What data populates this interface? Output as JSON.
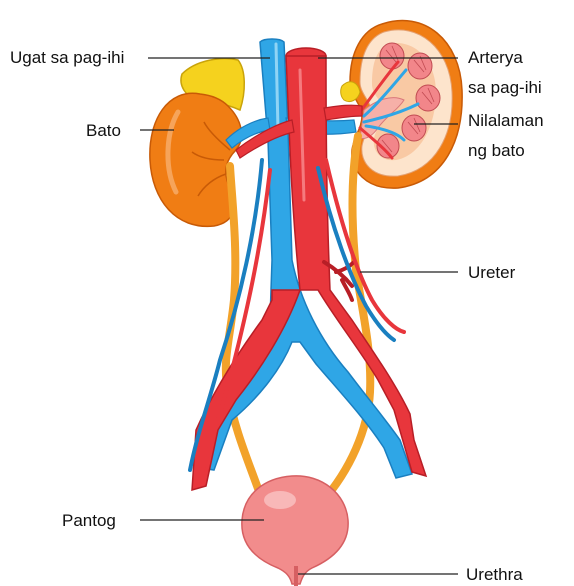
{
  "labels": {
    "ugat": "Ugat sa pag-ihi",
    "arterya_1": "Arterya",
    "arterya_2": "sa pag-ihi",
    "nilalaman_1": "Nilalaman",
    "nilalaman_2": "ng bato",
    "bato": "Bato",
    "ureter": "Ureter",
    "pantog": "Pantog",
    "urethra": "Urethra"
  },
  "colors": {
    "vein": "#2fa6e6",
    "vein_dark": "#1a7fc0",
    "artery": "#e8363c",
    "artery_dark": "#b81e26",
    "kidney": "#f07d14",
    "kidney_dark": "#c85a06",
    "adrenal": "#f5d21e",
    "ureter": "#f2a22a",
    "bladder": "#f28c8c",
    "bladder_dark": "#d65f62"
  }
}
